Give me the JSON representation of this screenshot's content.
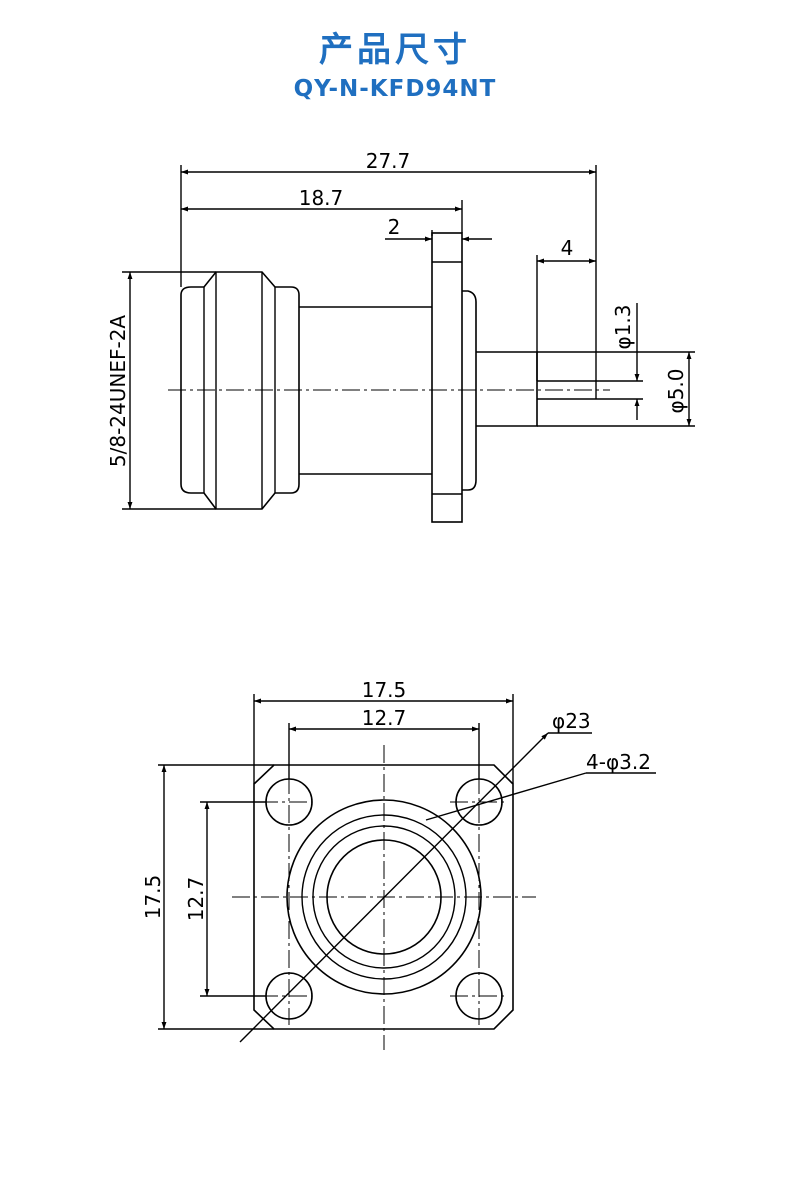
{
  "title": "产品尺寸",
  "model": "QY-N-KFD94NT",
  "side_view": {
    "overall_length": "27.7",
    "body_length": "18.7",
    "flange_thickness": "2",
    "pin_length": "4",
    "thread": "5/8-24UNEF-2A",
    "pin_diameter": "φ1.3",
    "insulator_diameter": "φ5.0"
  },
  "front_view": {
    "flange_width": "17.5",
    "hole_spacing": "12.7",
    "flange_height": "17.5",
    "hole_spacing_vertical": "12.7",
    "diagonal_circle": "φ23",
    "mounting_holes": "4-φ3.2"
  }
}
